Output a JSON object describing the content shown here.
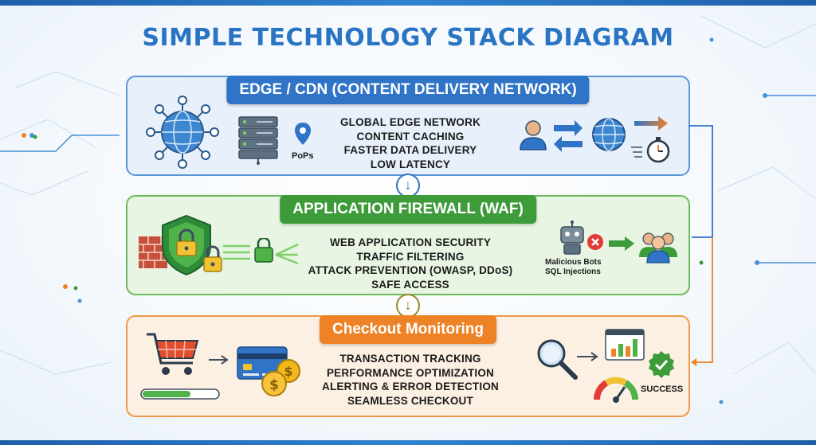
{
  "title": "SIMPLE TECHNOLOGY STACK DIAGRAM",
  "layers": [
    {
      "heading": "EDGE / CDN (CONTENT DELIVERY NETWORK)",
      "features": [
        "GLOBAL EDGE NETWORK",
        "CONTENT CACHING",
        "FASTER DATA DELIVERY",
        "LOW LATENCY"
      ],
      "label": "PoPs",
      "color": "#2f74c6"
    },
    {
      "heading": "APPLICATION FIREWALL (WAF)",
      "features": [
        "WEB APPLICATION SECURITY",
        "TRAFFIC FILTERING",
        "ATTACK PREVENTION (OWASP, DDoS)",
        "SAFE ACCESS"
      ],
      "threats": [
        "Malicious Bots",
        "SQL Injections"
      ],
      "color": "#3e9b3a"
    },
    {
      "heading": "Checkout Monitoring",
      "features": [
        "TRANSACTION TRACKING",
        "PERFORMANCE OPTIMIZATION",
        "ALERTING & ERROR DETECTION",
        "SEAMLESS CHECKOUT"
      ],
      "label": "SUCCESS",
      "color": "#ee8227"
    }
  ],
  "icons": [
    "globe-network-icon",
    "server-rack-icon",
    "location-pin-icon",
    "user-icon",
    "two-way-arrows-icon",
    "globe-icon",
    "speed-arrow-icon",
    "stopwatch-icon",
    "shield-lock-icon",
    "brick-wall-icon",
    "filter-lock-icon",
    "robot-icon",
    "blocked-x-icon",
    "users-group-icon",
    "shopping-cart-icon",
    "credit-card-icon",
    "coins-icon",
    "progress-bar-icon",
    "magnifier-icon",
    "bar-chart-icon",
    "gauge-icon",
    "success-badge-icon"
  ]
}
